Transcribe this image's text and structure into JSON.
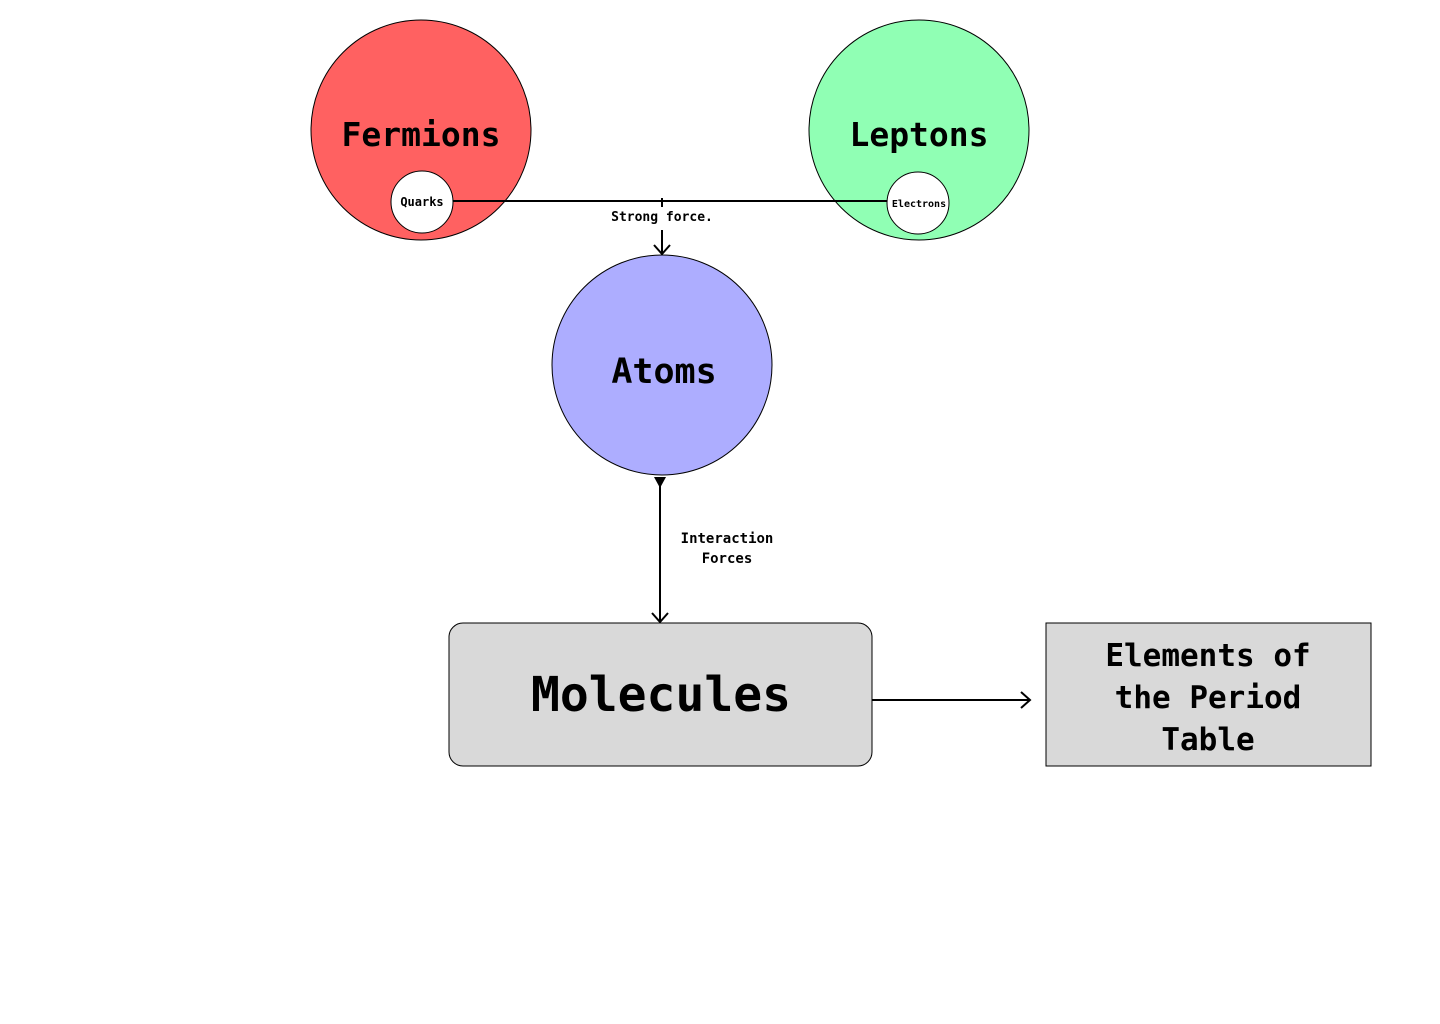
{
  "nodes": {
    "fermions": {
      "label": "Fermions",
      "color": "#ff6161"
    },
    "leptons": {
      "label": "Leptons",
      "color": "#90ffb4"
    },
    "quarks": {
      "label": "Quarks",
      "color": "#ffffff"
    },
    "electrons": {
      "label": "Electrons",
      "color": "#ffffff"
    },
    "atoms": {
      "label": "Atoms",
      "color": "#adadff"
    },
    "molecules": {
      "label": "Molecules",
      "color": "#d9d9d9"
    },
    "elements": {
      "line1": "Elements of",
      "line2": "the Period",
      "line3": "Table",
      "color": "#d9d9d9"
    }
  },
  "edges": {
    "strong_force": {
      "label": "Strong force."
    },
    "interaction": {
      "line1": "Interaction",
      "line2": "Forces"
    }
  }
}
